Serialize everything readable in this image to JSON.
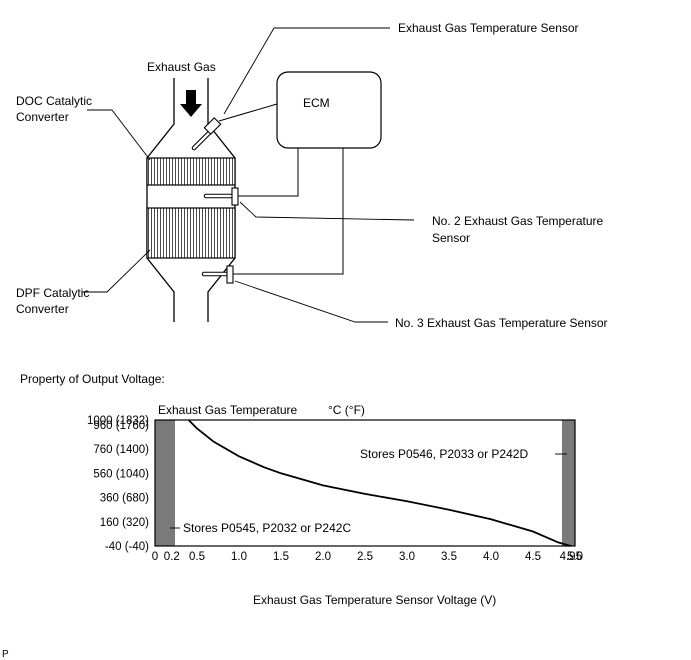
{
  "diagram": {
    "exhaust_gas_label": "Exhaust Gas",
    "ecm_label": "ECM",
    "doc_label": [
      "DOC Catalytic",
      "Converter"
    ],
    "dpf_label": [
      "DPF Catalytic",
      "Converter"
    ],
    "sensor1_label": "Exhaust Gas Temperature Sensor",
    "sensor2_label": [
      "No. 2 Exhaust Gas Temperature",
      "Sensor"
    ],
    "sensor3_label": "No. 3 Exhaust Gas Temperature Sensor"
  },
  "section_title": "Property of Output Voltage:",
  "footer_code": "P",
  "chart_data": {
    "type": "line",
    "ylabel": "Exhaust Gas Temperature",
    "yunit": "°C (°F)",
    "xlabel": "Exhaust Gas Temperature Sensor Voltage (V)",
    "xlim": [
      0,
      5.0
    ],
    "ylim": [
      -40,
      1000
    ],
    "x_ticks": [
      "0",
      "0.2",
      "0.5",
      "1.0",
      "1.5",
      "2.0",
      "2.5",
      "3.0",
      "3.5",
      "4.0",
      "4.5",
      "4.95",
      "5.0"
    ],
    "x_tick_values": [
      0,
      0.2,
      0.5,
      1.0,
      1.5,
      2.0,
      2.5,
      3.0,
      3.5,
      4.0,
      4.5,
      4.95,
      5.0
    ],
    "y_ticks": [
      "-40 (-40)",
      "160 (320)",
      "360 (680)",
      "560 (1040)",
      "760 (1400)",
      "960 (1760)",
      "1000 (1832)"
    ],
    "y_tick_values": [
      -40,
      160,
      360,
      560,
      760,
      960,
      1000
    ],
    "series": [
      {
        "x": [
          0.4,
          0.5,
          0.7,
          1.0,
          1.3,
          1.5,
          2.0,
          2.5,
          3.0,
          3.5,
          4.0,
          4.5,
          4.8,
          4.95
        ],
        "y": [
          1000,
          930,
          820,
          700,
          610,
          560,
          460,
          390,
          330,
          260,
          180,
          80,
          -10,
          -40
        ]
      }
    ],
    "shaded_regions": [
      {
        "x": [
          0,
          0.2
        ],
        "annotation": "Stores P0545, P2032 or P242C"
      },
      {
        "x": [
          4.95,
          5.0
        ],
        "annotation": "Stores P0546, P2033 or P242D"
      }
    ],
    "grid": false
  }
}
